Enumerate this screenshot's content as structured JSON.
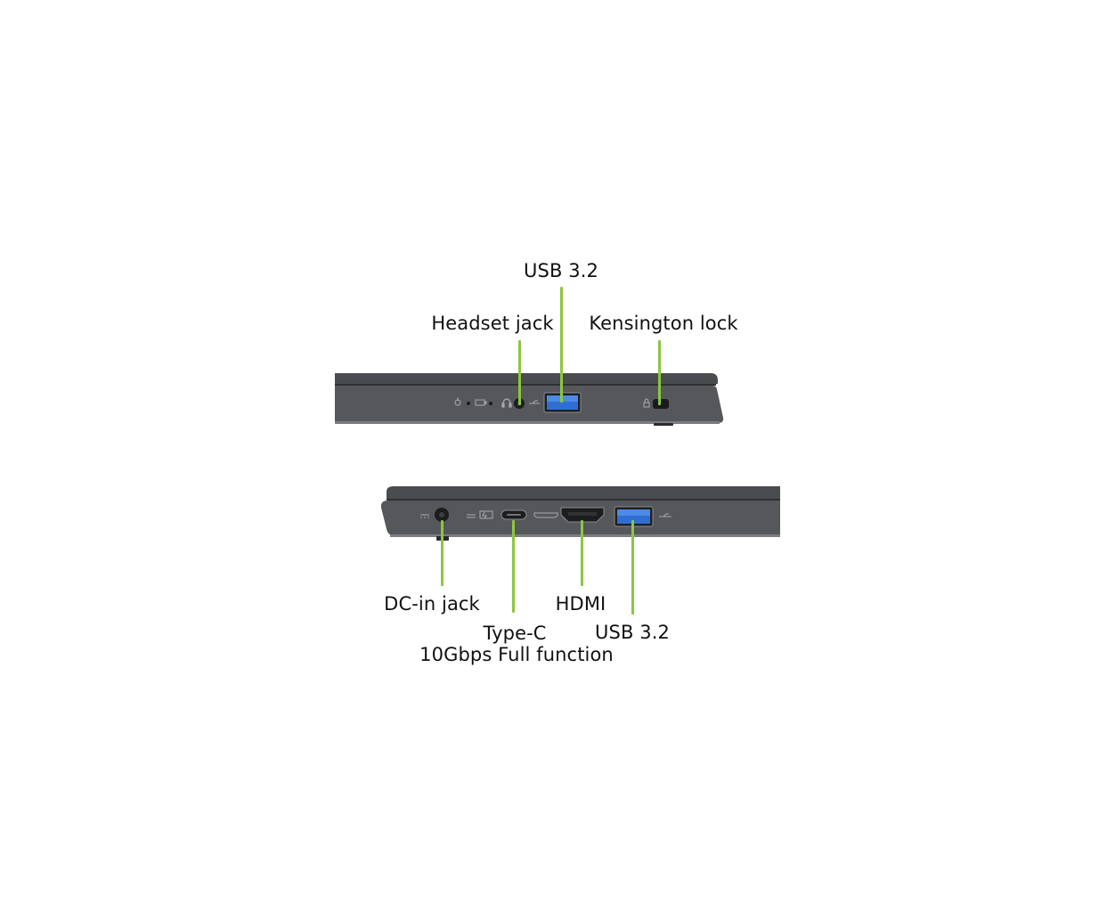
{
  "colors": {
    "callout": "#8dc63f",
    "chassis": "#55575b",
    "chassis_dark": "#3b3d40",
    "port_usb_blue": "#2f6fd1",
    "label_text": "#111111"
  },
  "top_view": {
    "labels": {
      "usb": "USB 3.2",
      "headset": "Headset jack",
      "kensington": "Kensington lock"
    },
    "icons": [
      "power-led-icon",
      "battery-led-icon",
      "headset-icon",
      "usb-symbol-icon",
      "lock-symbol-icon"
    ]
  },
  "bottom_view": {
    "labels": {
      "dc_in": "DC-in jack",
      "type_c_line1": "Type-C",
      "type_c_line2": "10Gbps Full function",
      "hdmi": "HDMI",
      "usb": "USB 3.2"
    },
    "icons": [
      "dc-in-symbol-icon",
      "thunderbolt-symbol-icon",
      "hdmi-symbol-icon",
      "usb-symbol-icon"
    ]
  }
}
